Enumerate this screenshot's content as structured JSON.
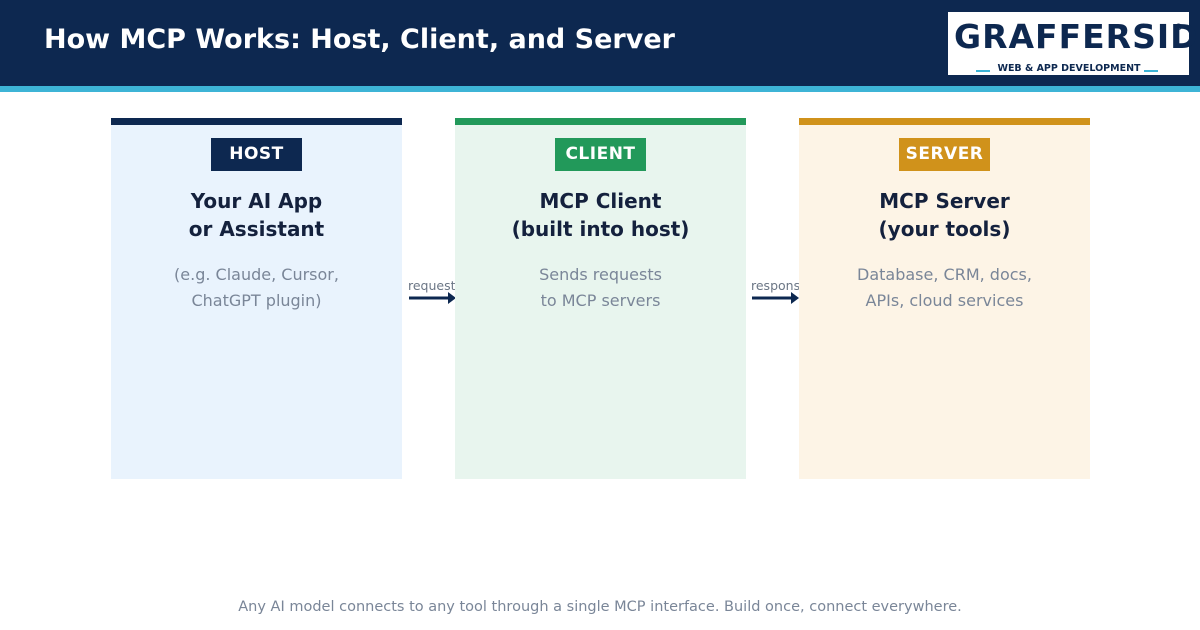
{
  "header": {
    "title": "How MCP Works: Host, Client, and Server"
  },
  "logo": {
    "wordmark": "GRAFFERSID",
    "registered": "®",
    "tagline": "WEB & APP DEVELOPMENT"
  },
  "cards": [
    {
      "badge": "HOST",
      "title_lines": [
        "Your AI App",
        "or Assistant"
      ],
      "desc_lines": [
        "(e.g. Claude, Cursor,",
        "ChatGPT plugin)"
      ],
      "accent": "#0d2850",
      "background": "#e9f3fd"
    },
    {
      "badge": "CLIENT",
      "title_lines": [
        "MCP Client",
        "(built into host)"
      ],
      "desc_lines": [
        "Sends requests",
        "to MCP servers"
      ],
      "accent": "#22995a",
      "background": "#e8f5ee"
    },
    {
      "badge": "SERVER",
      "title_lines": [
        "MCP Server",
        "(your tools)"
      ],
      "desc_lines": [
        "Database, CRM, docs,",
        "APIs, cloud services"
      ],
      "accent": "#d0921b",
      "background": "#fdf4e6"
    }
  ],
  "arrows": [
    {
      "label": "request"
    },
    {
      "label": "response"
    }
  ],
  "footer": {
    "text": "Any AI model connects to any tool through a single MCP interface. Build once, connect everywhere."
  }
}
